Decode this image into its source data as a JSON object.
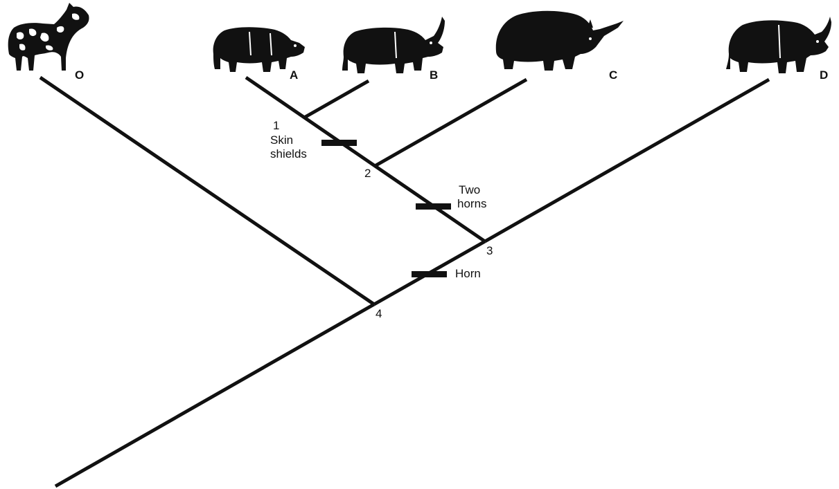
{
  "taxa": [
    {
      "id": "O",
      "label": "O",
      "icon": "zebra-icon"
    },
    {
      "id": "A",
      "label": "A",
      "icon": "rhino-icon"
    },
    {
      "id": "B",
      "label": "B",
      "icon": "rhino-icon"
    },
    {
      "id": "C",
      "label": "C",
      "icon": "rhino-icon"
    },
    {
      "id": "D",
      "label": "D",
      "icon": "rhino-icon"
    }
  ],
  "nodes": [
    {
      "id": "1",
      "label": "1"
    },
    {
      "id": "2",
      "label": "2"
    },
    {
      "id": "3",
      "label": "3"
    },
    {
      "id": "4",
      "label": "4"
    }
  ],
  "traits": [
    {
      "id": "skin-shields",
      "lines": [
        "Skin",
        "shields"
      ]
    },
    {
      "id": "two-horns",
      "lines": [
        "Two",
        "horns"
      ]
    },
    {
      "id": "horn",
      "lines": [
        "Horn"
      ]
    }
  ],
  "colors": {
    "ink": "#111111",
    "background": "#ffffff"
  }
}
